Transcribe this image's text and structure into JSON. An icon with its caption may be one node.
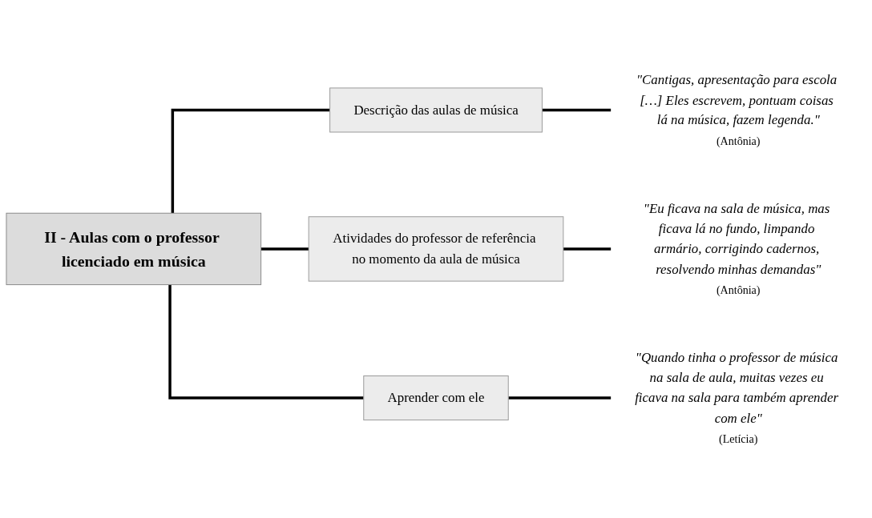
{
  "diagram": {
    "nodes": [
      {
        "text": [
          "II - Aulas com o professor licenciado em música"
        ]
      },
      {
        "text": [
          "Descrição das aulas de música"
        ]
      },
      {
        "text": [
          "Atividades do professor de referência no momento da aula de música"
        ]
      },
      {
        "text": [
          "Aprender com ele"
        ]
      },
      {
        "text": [
          "\"Cantigas, apresentação para escola […] Eles escrevem, pontuam coisas lá na música, fazem legenda.\"",
          "(Antônia)"
        ]
      },
      {
        "text": [
          "\"Eu ficava na sala de música, mas ficava lá no fundo, limpando armário, corrigindo cadernos, resolvendo minhas demandas\"",
          "(Antônia)"
        ]
      },
      {
        "text": [
          "\"Quando tinha o professor de música na sala de aula, muitas vezes eu ficava na sala para também aprender com ele\"",
          "(Letícia)"
        ]
      }
    ],
    "edges": [
      {
        "from": 0,
        "to": 1,
        "arrow": "none"
      },
      {
        "from": 0,
        "to": 2,
        "arrow": "none"
      },
      {
        "from": 0,
        "to": 3,
        "arrow": "none"
      },
      {
        "from": 1,
        "to": 4,
        "arrow": "none"
      },
      {
        "from": 2,
        "to": 5,
        "arrow": "none"
      },
      {
        "from": 3,
        "to": 6,
        "arrow": "none"
      }
    ]
  }
}
